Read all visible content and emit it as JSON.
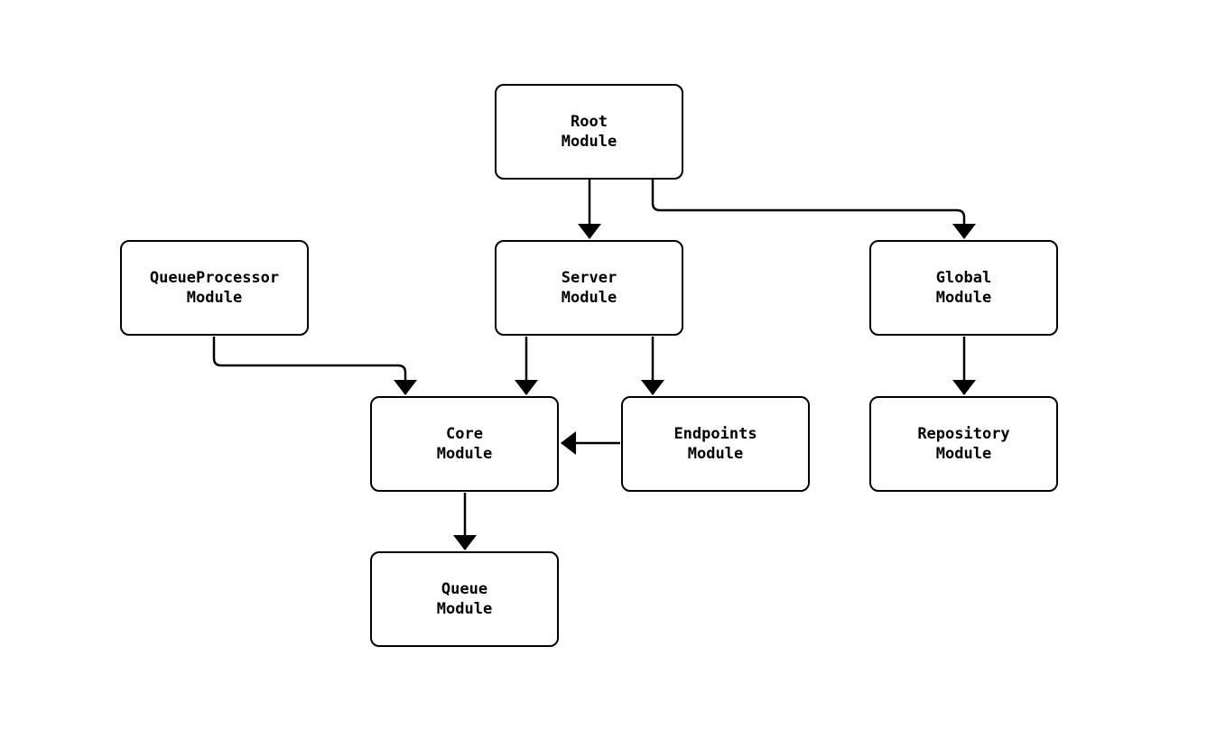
{
  "diagram": {
    "type": "flowchart",
    "background_color": "#ffffff",
    "node_fill_color": "#ffffff",
    "stroke_color": "#000000",
    "text_color": "#000000",
    "nodes": {
      "root": {
        "line1": "Root",
        "line2": "Module"
      },
      "queueprocessor": {
        "line1": "QueueProcessor",
        "line2": "Module"
      },
      "server": {
        "line1": "Server",
        "line2": "Module"
      },
      "global": {
        "line1": "Global",
        "line2": "Module"
      },
      "core": {
        "line1": "Core",
        "line2": "Module"
      },
      "endpoints": {
        "line1": "Endpoints",
        "line2": "Module"
      },
      "repository": {
        "line1": "Repository",
        "line2": "Module"
      },
      "queue": {
        "line1": "Queue",
        "line2": "Module"
      }
    },
    "edges": [
      {
        "from": "root",
        "to": "server"
      },
      {
        "from": "root",
        "to": "global"
      },
      {
        "from": "queueprocessor",
        "to": "core"
      },
      {
        "from": "server",
        "to": "core"
      },
      {
        "from": "server",
        "to": "endpoints"
      },
      {
        "from": "global",
        "to": "repository"
      },
      {
        "from": "endpoints",
        "to": "core"
      },
      {
        "from": "core",
        "to": "queue"
      }
    ]
  }
}
